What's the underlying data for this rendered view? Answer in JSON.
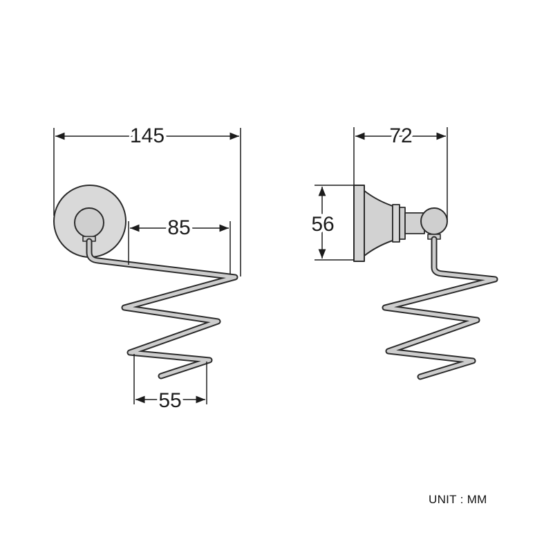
{
  "dimensions": {
    "front_width": "145",
    "front_depth": "85",
    "front_coil_bottom": "55",
    "side_depth": "72",
    "side_plate_height": "56"
  },
  "unit_label": "UNIT : MM",
  "colors": {
    "line": "#2a2a2a",
    "rod_fill": "#c8c8c8",
    "plate_fill": "#d4d4d4",
    "dimension": "#1c1c1c",
    "accent_bronze": "#c9a24a"
  }
}
